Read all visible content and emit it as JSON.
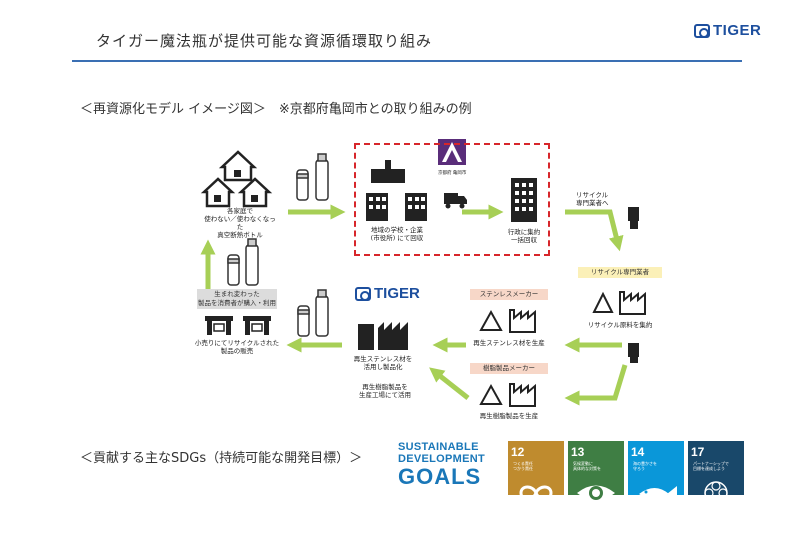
{
  "header": {
    "title": "タイガー魔法瓶が提供可能な資源循環取り組み",
    "logo_text": "TIGER"
  },
  "subtitle": "＜再資源化モデル イメージ図＞　※京都府亀岡市との取り組みの例",
  "nodes": {
    "households": "各家庭で\n使わない／使わなくなった\n真空断熱ボトル",
    "collection": "地域の学校・企業\n(市役所) にて回収",
    "city_office": "行政に集約\n一括回収",
    "city_name": "京都府 亀岡市",
    "recycler_dest": "リサイクル\n専門業者へ",
    "recycler_label": "リサイクル専門業者",
    "recycler_process": "リサイクル原料を集約",
    "stainless_maker": "ステンレスメーカー",
    "stainless_product": "再生ステンレス材を生産",
    "resin_maker": "樹脂製品メーカー",
    "resin_product": "再生樹脂製品を生産",
    "tiger_use": "再生ステンレス材を\n活用し製品化",
    "tiger_factory": "再生樹脂製品を\n生産工場にて活用",
    "tiger_logo": "TIGER",
    "reborn": "生まれ変わった\n製品を消費者が購入・利用",
    "retail": "小売りにてリサイクルされた\n製品の販売"
  },
  "footer": {
    "text": "＜貢献する主なSDGs（持続可能な開発目標）＞",
    "sdg_logo": [
      "SUSTAINABLE",
      "DEVELOPMENT",
      "GOALS"
    ],
    "goals": [
      {
        "num": "12",
        "label": "つくる責任\nつかう責任",
        "color": "#bf8b2e",
        "icon": "infinity-icon"
      },
      {
        "num": "13",
        "label": "気候変動に\n具体的な対策を",
        "color": "#3f7e44",
        "icon": "eye-globe-icon"
      },
      {
        "num": "14",
        "label": "海の豊かさを\n守ろう",
        "color": "#0a97d9",
        "icon": "fish-icon"
      },
      {
        "num": "17",
        "label": "パートナーシップで\n目標を達成しよう",
        "color": "#19486a",
        "icon": "flower-icon"
      }
    ]
  },
  "colors": {
    "arrow": "#a7cf56",
    "brand_blue": "#1d4f9e",
    "dash_red": "#d7262b"
  }
}
